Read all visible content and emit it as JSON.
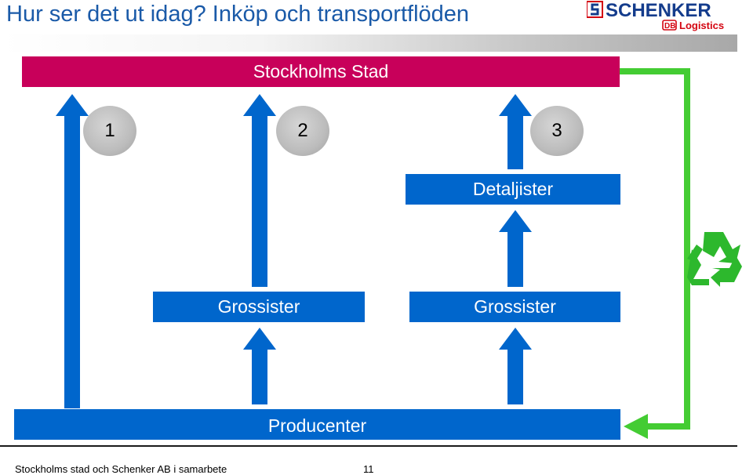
{
  "header": {
    "title": "Hur ser det ut idag? Inköp och transportflöden",
    "logo_brand": "SCHENKER",
    "logo_sub": "Logistics",
    "logo_badge": "DB"
  },
  "diagram": {
    "top_box": "Stockholms Stad",
    "circles": [
      "1",
      "2",
      "3"
    ],
    "retail_box": "Detaljister",
    "wholesale_boxes": [
      "Grossister",
      "Grossister"
    ],
    "producer_box": "Producenter",
    "recycle_icon": "recycle-icon"
  },
  "colors": {
    "title": "#1a5aa8",
    "city": "#c8005a",
    "flow_blue": "#0066cc",
    "return_green": "#44cc33",
    "logo_red": "#d40511",
    "logo_navy": "#143c8c"
  },
  "footer": {
    "text": "Stockholms stad och Schenker AB i samarbete",
    "page": "11"
  }
}
